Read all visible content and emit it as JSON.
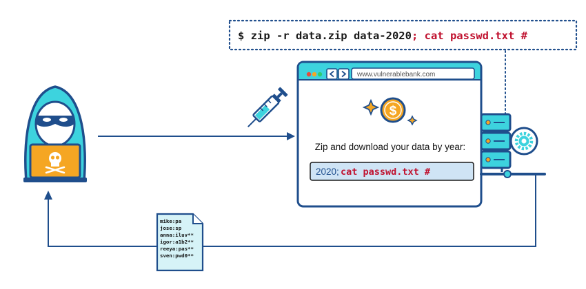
{
  "command": {
    "main": "$ zip -r data.zip data-2020",
    "injection": "; cat passwd.txt #"
  },
  "browser": {
    "url": "www.vulnerablebank.com",
    "prompt": "Zip and download your data by year:",
    "input_normal": "2020;",
    "input_injection": " cat passwd.txt #"
  },
  "document": {
    "lines": [
      "mike:pa",
      "jose:sp",
      "anna:iluv**",
      "igor:a1b2**",
      "reeya:pas**",
      "sven:pwd0**"
    ]
  },
  "colors": {
    "navy": "#1f4e8c",
    "teal": "#3dd3de",
    "orange": "#f5a623",
    "danger": "#c0122f",
    "light_blue": "#cfe4f5",
    "dark": "#1a1a1a"
  },
  "icons": [
    "hacker-icon",
    "skull-icon",
    "syringe-icon",
    "dollar-coin-icon",
    "sparkle-icon",
    "server-icon",
    "gear-icon",
    "file-icon"
  ]
}
